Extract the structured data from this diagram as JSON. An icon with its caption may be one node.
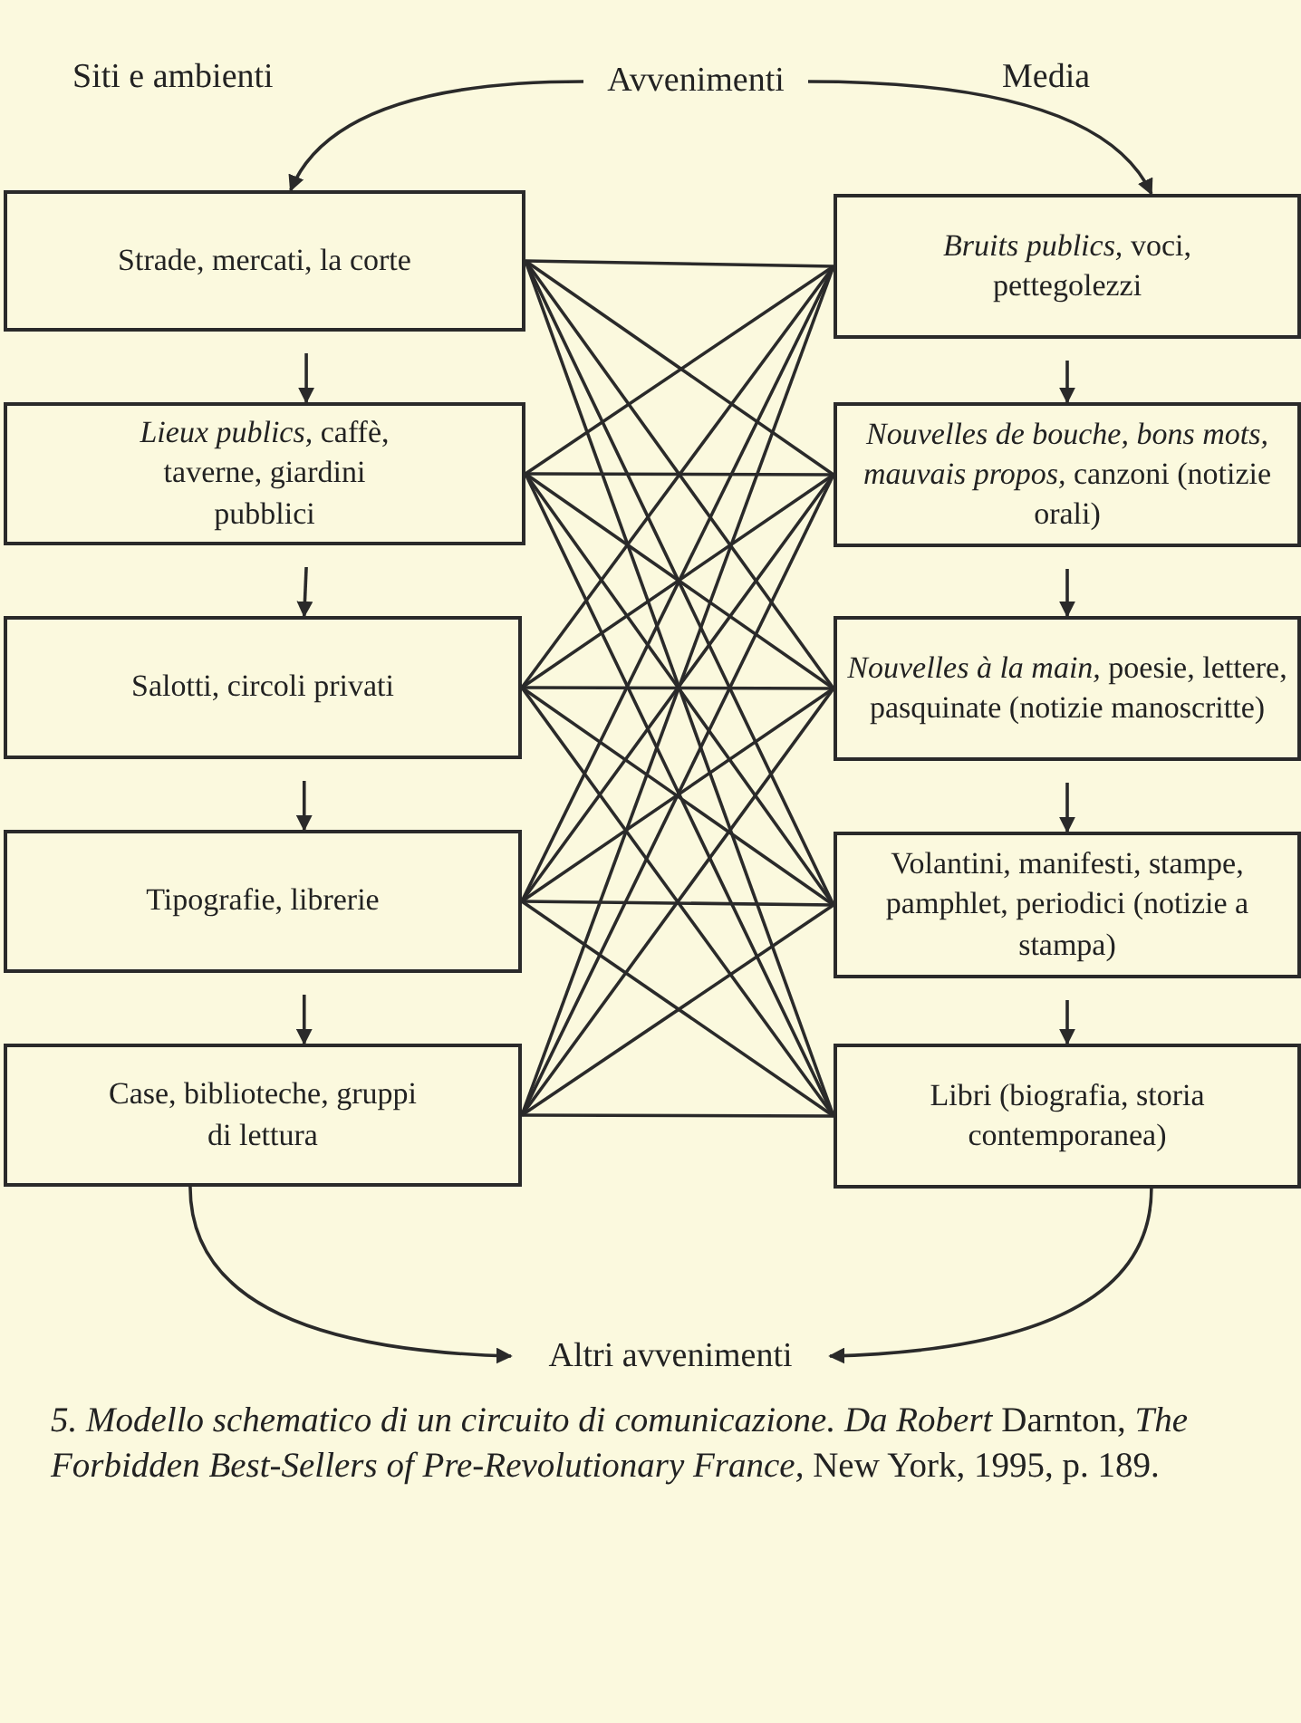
{
  "diagram": {
    "caption": "*5. Modello schematico di un circuito di comunicazione. Da Robert* Darnton, *The Forbidden Best-Sellers of Pre-Revolutionary France,* New York, 1995, p. 189.",
    "nodes": [
      {
        "text": [
          "Avvenimenti"
        ]
      },
      {
        "text": [
          "Strade, mercati, la corte"
        ]
      },
      {
        "text": [
          "*Lieux publics,* caffè, taverne, giardini pubblici"
        ]
      },
      {
        "text": [
          "Salotti, circoli privati"
        ]
      },
      {
        "text": [
          "Tipografie, librerie"
        ]
      },
      {
        "text": [
          "Case, biblioteche, gruppi di lettura"
        ]
      },
      {
        "text": [
          "*Bruits publics,* voci, pettegolezzi"
        ]
      },
      {
        "text": [
          "*Nouvelles de bouche, bons mots, mauvais propos,* canzoni (notizie orali)"
        ]
      },
      {
        "text": [
          "*Nouvelles à la main,* poesie, lettere, pasquinate (notizie manoscritte)"
        ]
      },
      {
        "text": [
          "Volantini, manifesti, stampe, pamphlet, periodici (notizie a stampa)"
        ]
      },
      {
        "text": [
          "Libri (biografia, storia contemporanea)"
        ]
      },
      {
        "text": [
          "Altri avvenimenti"
        ]
      }
    ],
    "edges": [
      {
        "from": 0,
        "to": 1,
        "arrow": "to"
      },
      {
        "from": 0,
        "to": 6,
        "arrow": "to"
      },
      {
        "from": 1,
        "to": 2,
        "arrow": "to"
      },
      {
        "from": 2,
        "to": 3,
        "arrow": "to"
      },
      {
        "from": 3,
        "to": 4,
        "arrow": "to"
      },
      {
        "from": 4,
        "to": 5,
        "arrow": "to"
      },
      {
        "from": 6,
        "to": 7,
        "arrow": "to"
      },
      {
        "from": 7,
        "to": 8,
        "arrow": "to"
      },
      {
        "from": 8,
        "to": 9,
        "arrow": "to"
      },
      {
        "from": 9,
        "to": 10,
        "arrow": "to"
      },
      {
        "from": 1,
        "to": 6,
        "arrow": "none"
      },
      {
        "from": 1,
        "to": 7,
        "arrow": "none"
      },
      {
        "from": 1,
        "to": 8,
        "arrow": "none"
      },
      {
        "from": 1,
        "to": 9,
        "arrow": "none"
      },
      {
        "from": 1,
        "to": 10,
        "arrow": "none"
      },
      {
        "from": 2,
        "to": 6,
        "arrow": "none"
      },
      {
        "from": 2,
        "to": 7,
        "arrow": "none"
      },
      {
        "from": 2,
        "to": 8,
        "arrow": "none"
      },
      {
        "from": 2,
        "to": 9,
        "arrow": "none"
      },
      {
        "from": 2,
        "to": 10,
        "arrow": "none"
      },
      {
        "from": 3,
        "to": 6,
        "arrow": "none"
      },
      {
        "from": 3,
        "to": 7,
        "arrow": "none"
      },
      {
        "from": 3,
        "to": 8,
        "arrow": "none"
      },
      {
        "from": 3,
        "to": 9,
        "arrow": "none"
      },
      {
        "from": 3,
        "to": 10,
        "arrow": "none"
      },
      {
        "from": 4,
        "to": 6,
        "arrow": "none"
      },
      {
        "from": 4,
        "to": 7,
        "arrow": "none"
      },
      {
        "from": 4,
        "to": 8,
        "arrow": "none"
      },
      {
        "from": 4,
        "to": 9,
        "arrow": "none"
      },
      {
        "from": 4,
        "to": 10,
        "arrow": "none"
      },
      {
        "from": 5,
        "to": 6,
        "arrow": "none"
      },
      {
        "from": 5,
        "to": 7,
        "arrow": "none"
      },
      {
        "from": 5,
        "to": 8,
        "arrow": "none"
      },
      {
        "from": 5,
        "to": 9,
        "arrow": "none"
      },
      {
        "from": 5,
        "to": 10,
        "arrow": "none"
      },
      {
        "from": 5,
        "to": 11,
        "arrow": "to"
      },
      {
        "from": 10,
        "to": 11,
        "arrow": "to"
      }
    ],
    "labels": [
      "Siti e ambienti",
      "Media"
    ]
  }
}
